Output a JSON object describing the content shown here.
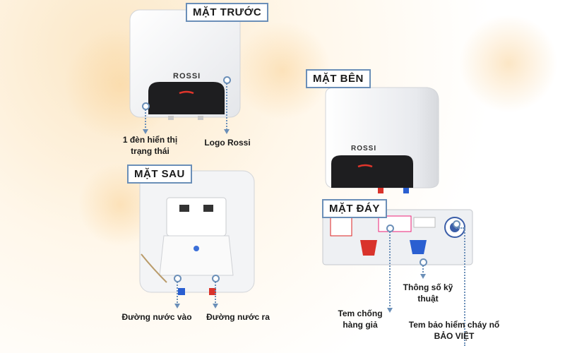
{
  "labels": {
    "front": "MẶT TRƯỚC",
    "side": "MẶT BÊN",
    "back": "MẶT SAU",
    "bottom": "MẶT ĐÁY"
  },
  "brand": "ROSSI",
  "callouts": {
    "status_light": "1 đèn hiển thị trạng thái",
    "logo": "Logo Rossi",
    "water_in": "Đường nước vào",
    "water_out": "Đường nước ra",
    "spec": "Thông số kỹ thuật",
    "anti_fake": "Tem chống hàng giả",
    "insurance": "Tem bảo hiểm cháy nổ BẢO VIỆT"
  },
  "colors": {
    "accent_border": "#6b8fb8",
    "hot_valve": "#d9332b",
    "cold_valve": "#2a5fd1"
  }
}
